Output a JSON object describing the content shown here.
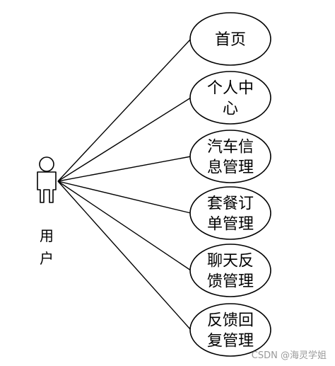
{
  "actor": {
    "label_lines": [
      "用",
      "户"
    ]
  },
  "use_cases": [
    {
      "lines": [
        "首页"
      ]
    },
    {
      "lines": [
        "个人中",
        "心"
      ]
    },
    {
      "lines": [
        "汽车信",
        "息管理"
      ]
    },
    {
      "lines": [
        "套餐订",
        "单管理"
      ]
    },
    {
      "lines": [
        "聊天反",
        "馈管理"
      ]
    },
    {
      "lines": [
        "反馈回",
        "复管理"
      ]
    }
  ],
  "watermark": "CSDN @海灵学姐"
}
